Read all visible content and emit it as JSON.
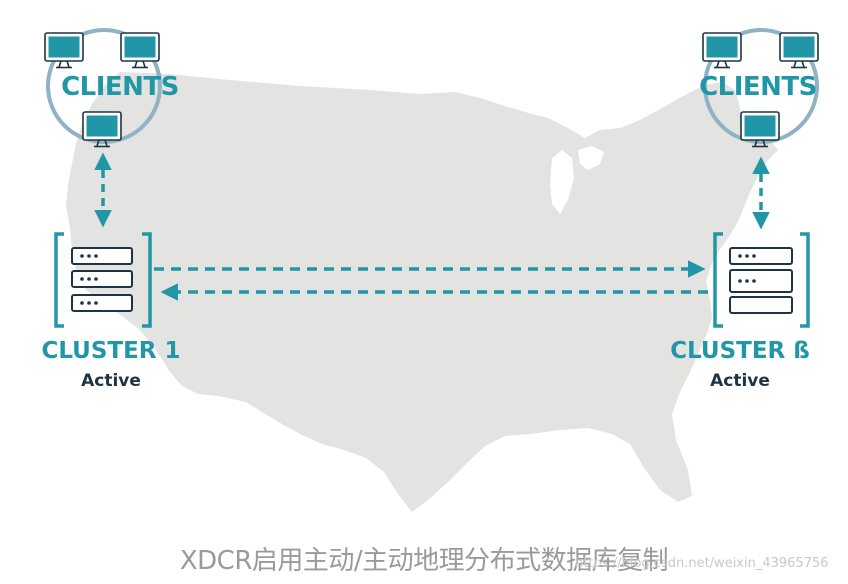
{
  "left_site": {
    "clients_label": "CLIENTS",
    "cluster_label": "CLUSTER 1",
    "status": "Active"
  },
  "right_site": {
    "clients_label": "CLIENTS",
    "cluster_label": "CLUSTER ß",
    "status": "Active"
  },
  "caption": "XDCR启用主动/主动地理分布式数据库复制",
  "watermark": "https://blog.csdn.net/weixin_43965756",
  "colors": {
    "accent": "#2196a6",
    "dark": "#1e3445",
    "map": "#e3e3e1",
    "ring": "#8fb2c4"
  }
}
